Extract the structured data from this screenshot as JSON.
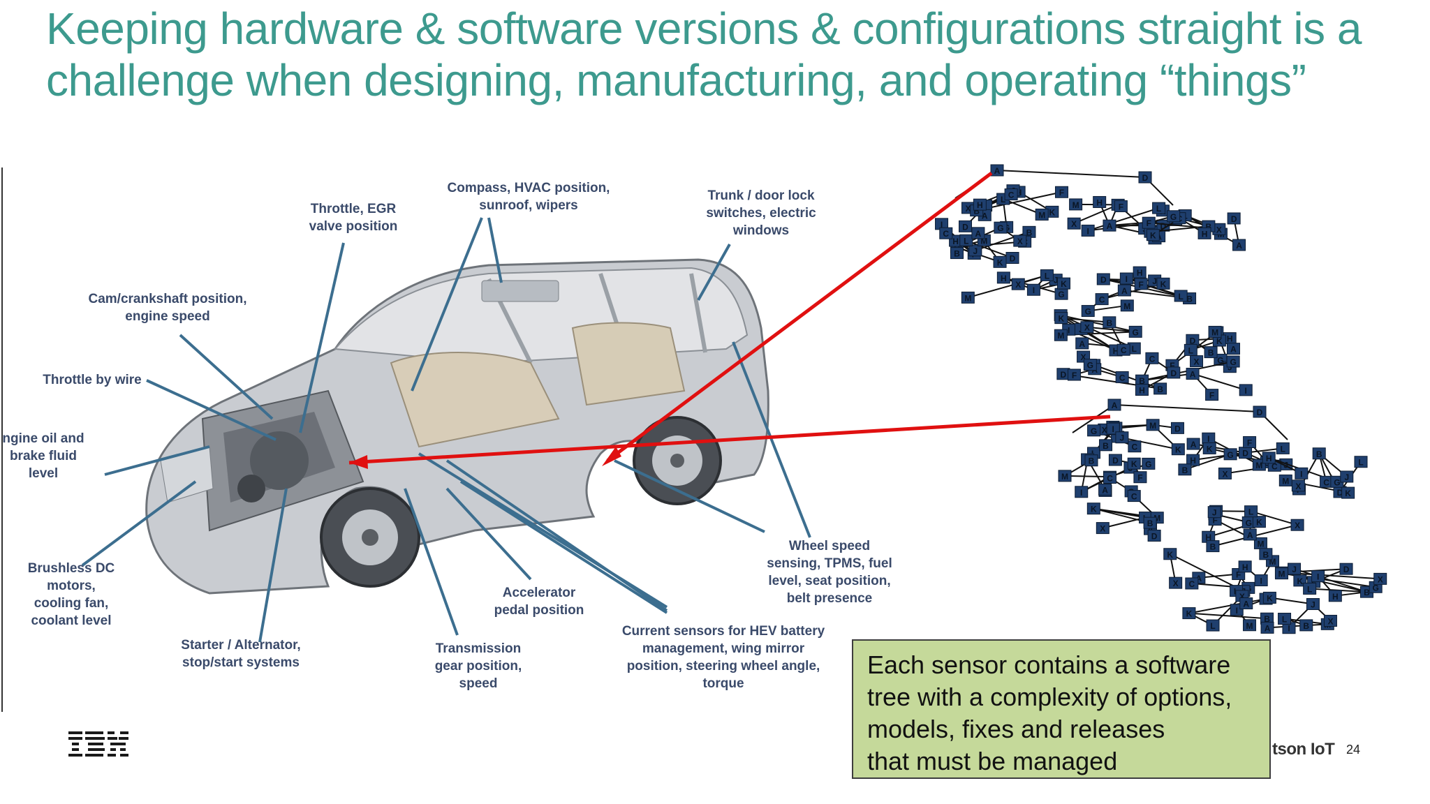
{
  "slide": {
    "title_line1": "Keeping hardware & software versions & configurations straight is a",
    "title_line2": "challenge when designing, manufacturing, and operating “things”",
    "page_number": "24",
    "brand_text": "tson IoT"
  },
  "car_labels": {
    "compass": [
      "Compass, HVAC position,",
      "sunroof, wipers"
    ],
    "throttle_egr": [
      "Throttle, EGR",
      "valve position"
    ],
    "trunk": [
      "Trunk / door lock",
      "switches, electric",
      "windows"
    ],
    "cam": [
      "Cam/crankshaft position,",
      "engine speed"
    ],
    "throttle_wire": [
      "Throttle by wire"
    ],
    "engine_oil": [
      "ngine oil and",
      "brake fluid",
      "level"
    ],
    "brushless": [
      "Brushless DC",
      "motors,",
      "cooling fan,",
      "coolant level"
    ],
    "starter": [
      "Starter / Alternator,",
      "stop/start systems"
    ],
    "transmission": [
      "Transmission",
      "gear position,",
      "speed"
    ],
    "accelerator": [
      "Accelerator",
      "pedal position"
    ],
    "current_sensors": [
      "Current sensors for HEV battery",
      "management, wing mirror",
      "position, steering wheel angle,",
      "torque"
    ],
    "wheel_speed": [
      "Wheel speed",
      "sensing, TPMS, fuel",
      "level, seat position,",
      "belt presence"
    ]
  },
  "callout": {
    "line1": "Each sensor contains a software",
    "line2": "tree with a complexity of options,",
    "line3": "models, fixes and releases",
    "line4": "that must be managed"
  },
  "tree_node_labels": [
    "A",
    "B",
    "C",
    "D",
    "F",
    "G",
    "H",
    "I",
    "J",
    "K",
    "L",
    "M",
    "X"
  ],
  "colors": {
    "title": "#3d9a8e",
    "callout_bg": "#c5d99a",
    "label_text": "#3a4a6a",
    "leader_line": "#3c6e8f",
    "red_arrow": "#e01010",
    "tree_node": "#1f3f6e"
  }
}
